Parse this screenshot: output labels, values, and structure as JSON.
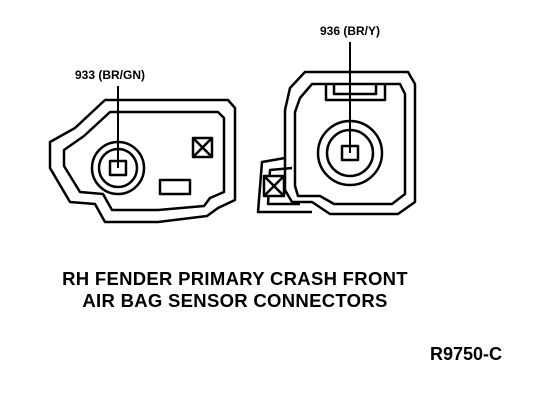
{
  "diagram": {
    "connector_left": {
      "circuit_label": "933 (BR/GN)"
    },
    "connector_right": {
      "circuit_label": "936 (BR/Y)"
    },
    "caption_line1": "RH FENDER PRIMARY CRASH FRONT",
    "caption_line2": "AIR BAG SENSOR CONNECTORS",
    "reference_code": "R9750-C"
  }
}
